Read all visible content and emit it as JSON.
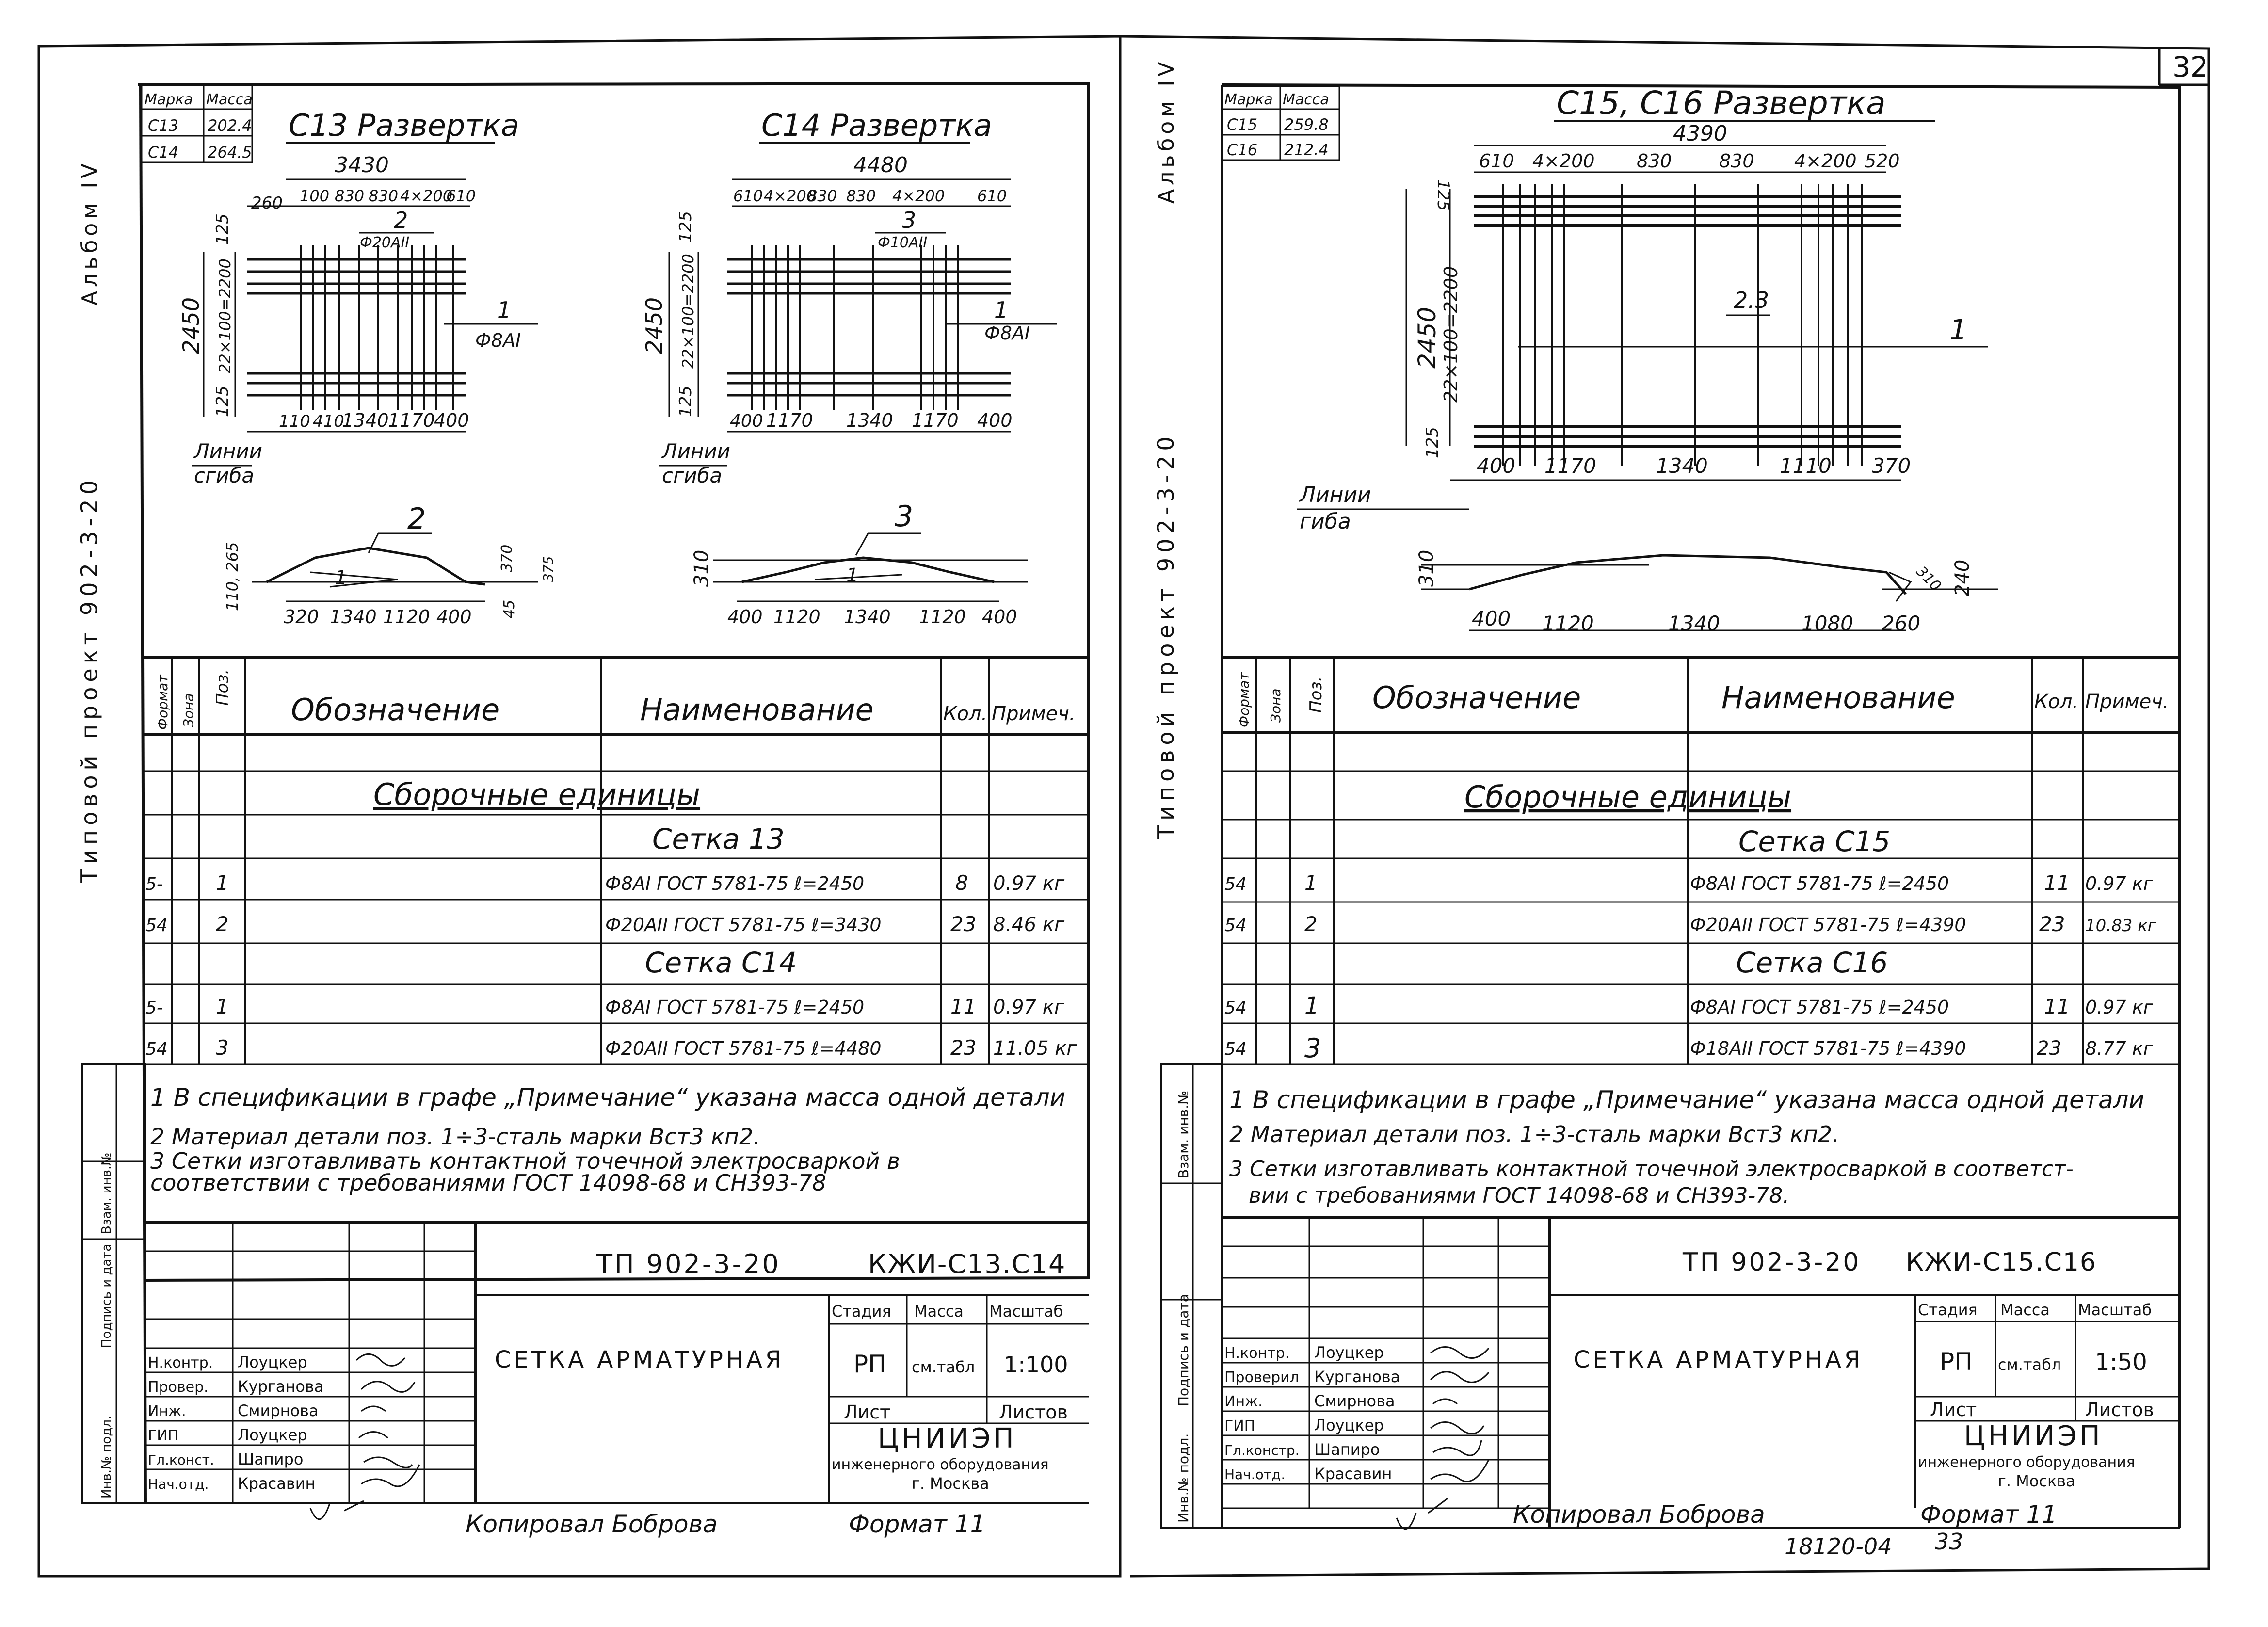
{
  "sheet_number": "32",
  "left_sheet": {
    "side_title": "Типовой проект 902-3-20",
    "side_album": "Альбом IV",
    "mass_table": {
      "headers": [
        "Марка",
        "Масса"
      ],
      "rows": [
        [
          "С13",
          "202.4"
        ],
        [
          "С14",
          "264.5"
        ]
      ]
    },
    "c13": {
      "title": "С13 Развертка",
      "overall_width": "3430",
      "top_dims": [
        "260",
        "100",
        "830",
        "830",
        "4×200",
        "610"
      ],
      "height_total": "2450",
      "height_mid": "22×100=2200",
      "edge_dim": "125",
      "bottom_dims": [
        "110",
        "410",
        "1340",
        "1170",
        "400"
      ],
      "bar2_label": "2",
      "bar2_spec": "Ф20АII",
      "bar1_label": "1",
      "bar1_spec": "Ф8АI",
      "bend_line_label": "Линии\nсгиба",
      "profile_pos": "2",
      "profile_inner": "1",
      "profile_left_dim": "110, 265",
      "profile_right_dims": [
        "370",
        "375",
        "45"
      ],
      "profile_bottom_dims": [
        "320",
        "1340",
        "1120",
        "400"
      ]
    },
    "c14": {
      "title": "С14 Развертка",
      "overall_width": "4480",
      "top_dims": [
        "610",
        "4×200",
        "830",
        "830",
        "4×200",
        "610"
      ],
      "height_total": "2450",
      "height_mid": "22×100=2200",
      "edge_dim": "125",
      "bottom_dims": [
        "400",
        "1170",
        "1340",
        "1170",
        "400"
      ],
      "bar3_label": "3",
      "bar3_spec": "Ф10АII",
      "bar1_label": "1",
      "bar1_spec": "Ф8АI",
      "bend_line_label": "Линии\nсгиба",
      "profile_pos": "3",
      "profile_inner": "1",
      "profile_left_dim": "310",
      "profile_bottom_dims": [
        "400",
        "1120",
        "1340",
        "1120",
        "400"
      ]
    },
    "spec_table": {
      "headers": [
        "Формат",
        "Зона",
        "Поз.",
        "Обозначение",
        "Наименование",
        "Кол.",
        "Примеч."
      ],
      "section": "Сборочные единицы",
      "groups": [
        {
          "name": "Сетка 13",
          "rows": [
            {
              "format": "5-",
              "pos": "1",
              "name": "Ф8АI ГОСТ 5781-75 ℓ=2450",
              "qty": "8",
              "note": "0.97 кг"
            },
            {
              "format": "54",
              "pos": "2",
              "name": "Ф20АII ГОСТ 5781-75 ℓ=3430",
              "qty": "23",
              "note": "8.46 кг"
            }
          ]
        },
        {
          "name": "Сетка С14",
          "rows": [
            {
              "format": "5-",
              "pos": "1",
              "name": "Ф8АI ГОСТ 5781-75 ℓ=2450",
              "qty": "11",
              "note": "0.97 кг"
            },
            {
              "format": "54",
              "pos": "3",
              "name": "Ф20АII ГОСТ 5781-75 ℓ=4480",
              "qty": "23",
              "note": "11.05 кг"
            }
          ]
        }
      ]
    },
    "notes": [
      "1 В спецификации в графе „Примечание“ указана масса одной детали",
      "2 Материал детали поз. 1÷3-сталь марки Вст3 кп2.",
      "3 Сетки изготавливать контактной точечной электросваркой в",
      "соответствии с требованиями ГОСТ 14098-68 и СН393-78"
    ],
    "side_stamp": [
      "Инв.№ подл.",
      "Подпись и дата",
      "Взам. инв.№"
    ],
    "title_block": {
      "code": "ТП 902-3-20",
      "mark": "КЖИ-С13.С14",
      "name": "СЕТКА АРМАТУРНАЯ",
      "stage_hdr": "Стадия",
      "mass_hdr": "Масса",
      "scale_hdr": "Масштаб",
      "stage": "РП",
      "mass": "см.табл",
      "scale": "1:100",
      "sheet_hdr": "Лист",
      "sheets_hdr": "Листов",
      "org": "ЦНИИЭП",
      "org_sub": "инженерного оборудования",
      "city": "г. Москва",
      "roles": [
        "Н.контр.",
        "Провер.",
        "Инж.",
        "ГИП",
        "Гл.конст.",
        "Нач.отд."
      ],
      "people": [
        "Лоуцкер",
        "Курганова",
        "Смирнова",
        "Лоуцкер",
        "Шапиро",
        "Красавин"
      ]
    },
    "footer_copy": "Копировал Боброва",
    "footer_format": "Формат 11"
  },
  "right_sheet": {
    "side_title": "Типовой проект 902-3-20",
    "side_album": "Альбом IV",
    "mass_table": {
      "headers": [
        "Марка",
        "Масса"
      ],
      "rows": [
        [
          "С15",
          "259.8"
        ],
        [
          "С16",
          "212.4"
        ]
      ]
    },
    "c15": {
      "title": "С15, С16 Развертка",
      "overall_width": "4390",
      "top_dims": [
        "610",
        "4×200",
        "830",
        "830",
        "4×200",
        "520"
      ],
      "height_total": "2450",
      "height_mid": "22×100=2200",
      "edge_dim": "125",
      "bottom_dims": [
        "400",
        "1170",
        "1340",
        "1110",
        "370"
      ],
      "bar_label_23": "2.3",
      "bar_label_1": "1",
      "bend_line_label": "Линии\nгиба",
      "profile_left_dim": "310",
      "profile_right_dims": [
        "310",
        "240"
      ],
      "profile_bottom_dims": [
        "400",
        "1120",
        "1340",
        "1080",
        "260"
      ]
    },
    "spec_table": {
      "headers": [
        "Формат",
        "Зона",
        "Поз.",
        "Обозначение",
        "Наименование",
        "Кол.",
        "Примеч."
      ],
      "section": "Сборочные единицы",
      "groups": [
        {
          "name": "Сетка С15",
          "rows": [
            {
              "format": "54",
              "pos": "1",
              "name": "Ф8АI ГОСТ 5781-75 ℓ=2450",
              "qty": "11",
              "note": "0.97 кг"
            },
            {
              "format": "54",
              "pos": "2",
              "name": "Ф20АII ГОСТ 5781-75 ℓ=4390",
              "qty": "23",
              "note": "10.83 кг"
            }
          ]
        },
        {
          "name": "Сетка С16",
          "rows": [
            {
              "format": "54",
              "pos": "1",
              "name": "Ф8АI ГОСТ 5781-75 ℓ=2450",
              "qty": "11",
              "note": "0.97 кг"
            },
            {
              "format": "54",
              "pos": "3",
              "name": "Ф18АII ГОСТ 5781-75 ℓ=4390",
              "qty": "23",
              "note": "8.77 кг"
            }
          ]
        }
      ]
    },
    "notes": [
      "1 В спецификации в графе „Примечание“ указана масса одной детали",
      "2 Материал детали поз. 1÷3-сталь марки Вст3 кп2.",
      "3 Сетки изготавливать контактной точечной электросваркой в соответст-",
      "вии с требованиями ГОСТ 14098-68 и СН393-78."
    ],
    "side_stamp": [
      "Инв.№ подл.",
      "Подпись и дата",
      "Взам. инв.№"
    ],
    "title_block": {
      "code": "ТП 902-3-20",
      "mark": "КЖИ-С15.С16",
      "name": "СЕТКА АРМАТУРНАЯ",
      "stage_hdr": "Стадия",
      "mass_hdr": "Масса",
      "scale_hdr": "Масштаб",
      "stage": "РП",
      "mass": "см.табл",
      "scale": "1:50",
      "sheet_hdr": "Лист",
      "sheets_hdr": "Листов",
      "org": "ЦНИИЭП",
      "org_sub": "инженерного оборудования",
      "city": "г. Москва",
      "roles": [
        "Н.контр.",
        "Проверил",
        "Инж.",
        "ГИП",
        "Гл.констр.",
        "Нач.отд."
      ],
      "people": [
        "Лоуцкер",
        "Курганова",
        "Смирнова",
        "Лоуцкер",
        "Шапиро",
        "Красавин"
      ]
    },
    "footer_copy": "Копировал Боброва",
    "footer_format": "Формат 11",
    "footer_number": "18120-04",
    "footer_page": "33"
  }
}
